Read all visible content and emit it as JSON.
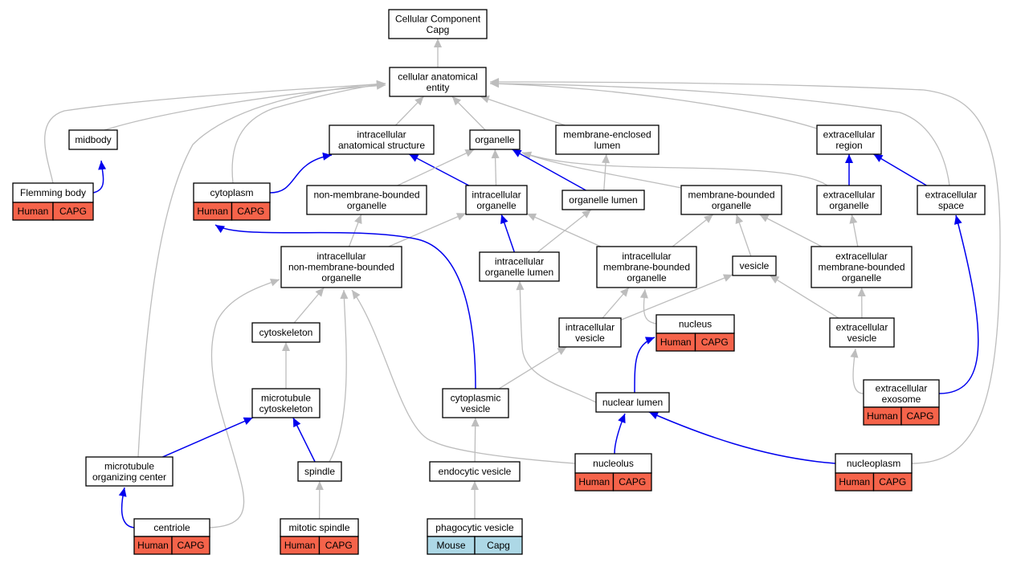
{
  "colors": {
    "human_annotation": "#f5634a",
    "mouse_annotation": "#add8e6",
    "is_a_edge": "#bdbdbd",
    "part_of_edge": "#0000ee"
  },
  "nodes": {
    "root": {
      "lines": [
        "Cellular Component",
        "Capg"
      ]
    },
    "cae": {
      "lines": [
        "cellular anatomical",
        "entity"
      ]
    },
    "midbody": {
      "lines": [
        "midbody"
      ]
    },
    "ias": {
      "lines": [
        "intracellular",
        "anatomical structure"
      ]
    },
    "organelle": {
      "lines": [
        "organelle"
      ]
    },
    "mel": {
      "lines": [
        "membrane-enclosed",
        "lumen"
      ]
    },
    "extreg": {
      "lines": [
        "extracellular",
        "region"
      ]
    },
    "flemming": {
      "lines": [
        "Flemming body"
      ],
      "annotation": [
        "Human",
        "CAPG"
      ]
    },
    "cytoplasm": {
      "lines": [
        "cytoplasm"
      ],
      "annotation": [
        "Human",
        "CAPG"
      ]
    },
    "nmbo": {
      "lines": [
        "non-membrane-bounded",
        "organelle"
      ]
    },
    "intorg": {
      "lines": [
        "intracellular",
        "organelle"
      ]
    },
    "orglumen": {
      "lines": [
        "organelle lumen"
      ]
    },
    "mbo": {
      "lines": [
        "membrane-bounded",
        "organelle"
      ]
    },
    "extorg": {
      "lines": [
        "extracellular",
        "organelle"
      ]
    },
    "extspace": {
      "lines": [
        "extracellular",
        "space"
      ]
    },
    "inmbo": {
      "lines": [
        "intracellular",
        "non-membrane-bounded",
        "organelle"
      ]
    },
    "iol": {
      "lines": [
        "intracellular",
        "organelle lumen"
      ]
    },
    "imbo": {
      "lines": [
        "intracellular",
        "membrane-bounded",
        "organelle"
      ]
    },
    "vesicle": {
      "lines": [
        "vesicle"
      ]
    },
    "emb": {
      "lines": [
        "extracellular",
        "membrane-bounded",
        "organelle"
      ]
    },
    "cytoskeleton": {
      "lines": [
        "cytoskeleton"
      ]
    },
    "iv": {
      "lines": [
        "intracellular",
        "vesicle"
      ]
    },
    "nucleus": {
      "lines": [
        "nucleus"
      ],
      "annotation": [
        "Human",
        "CAPG"
      ]
    },
    "ev": {
      "lines": [
        "extracellular",
        "vesicle"
      ]
    },
    "exosome": {
      "lines": [
        "extracellular",
        "exosome"
      ],
      "annotation": [
        "Human",
        "CAPG"
      ]
    },
    "mtcyto": {
      "lines": [
        "microtubule",
        "cytoskeleton"
      ]
    },
    "cytves": {
      "lines": [
        "cytoplasmic",
        "vesicle"
      ]
    },
    "nuclumen": {
      "lines": [
        "nuclear lumen"
      ]
    },
    "mtoc": {
      "lines": [
        "microtubule",
        "organizing center"
      ]
    },
    "spindle": {
      "lines": [
        "spindle"
      ]
    },
    "endo": {
      "lines": [
        "endocytic vesicle"
      ]
    },
    "nucleolus": {
      "lines": [
        "nucleolus"
      ],
      "annotation": [
        "Human",
        "CAPG"
      ]
    },
    "nucleoplasm": {
      "lines": [
        "nucleoplasm"
      ],
      "annotation": [
        "Human",
        "CAPG"
      ]
    },
    "centriole": {
      "lines": [
        "centriole"
      ],
      "annotation": [
        "Human",
        "CAPG"
      ]
    },
    "mitspindle": {
      "lines": [
        "mitotic spindle"
      ],
      "annotation": [
        "Human",
        "CAPG"
      ]
    },
    "phago": {
      "lines": [
        "phagocytic vesicle"
      ],
      "annotation": [
        "Mouse",
        "Capg"
      ],
      "annotation_kind": "mouse"
    }
  },
  "edges": [
    {
      "from": "cae",
      "to": "root",
      "type": "is_a"
    },
    {
      "from": "midbody",
      "to": "cae",
      "type": "is_a"
    },
    {
      "from": "ias",
      "to": "cae",
      "type": "is_a"
    },
    {
      "from": "organelle",
      "to": "cae",
      "type": "is_a"
    },
    {
      "from": "mel",
      "to": "cae",
      "type": "is_a"
    },
    {
      "from": "extreg",
      "to": "cae",
      "type": "is_a"
    },
    {
      "from": "flemming",
      "to": "cae",
      "type": "is_a"
    },
    {
      "from": "cytoplasm",
      "to": "cae",
      "type": "is_a"
    },
    {
      "from": "mtoc",
      "to": "cae",
      "type": "is_a"
    },
    {
      "from": "extspace",
      "to": "cae",
      "type": "is_a"
    },
    {
      "from": "nucleoplasm",
      "to": "cae",
      "type": "is_a"
    },
    {
      "from": "flemming",
      "to": "midbody",
      "type": "part_of"
    },
    {
      "from": "cytoplasm",
      "to": "ias",
      "type": "part_of"
    },
    {
      "from": "intorg",
      "to": "ias",
      "type": "part_of"
    },
    {
      "from": "nmbo",
      "to": "organelle",
      "type": "is_a"
    },
    {
      "from": "intorg",
      "to": "organelle",
      "type": "is_a"
    },
    {
      "from": "mbo",
      "to": "organelle",
      "type": "is_a"
    },
    {
      "from": "extorg",
      "to": "organelle",
      "type": "is_a"
    },
    {
      "from": "orglumen",
      "to": "organelle",
      "type": "part_of"
    },
    {
      "from": "orglumen",
      "to": "mel",
      "type": "is_a"
    },
    {
      "from": "extorg",
      "to": "extreg",
      "type": "part_of"
    },
    {
      "from": "extspace",
      "to": "extreg",
      "type": "part_of"
    },
    {
      "from": "inmbo",
      "to": "nmbo",
      "type": "is_a"
    },
    {
      "from": "inmbo",
      "to": "intorg",
      "type": "is_a"
    },
    {
      "from": "imbo",
      "to": "intorg",
      "type": "is_a"
    },
    {
      "from": "iol",
      "to": "intorg",
      "type": "part_of"
    },
    {
      "from": "iol",
      "to": "orglumen",
      "type": "is_a"
    },
    {
      "from": "imbo",
      "to": "mbo",
      "type": "is_a"
    },
    {
      "from": "vesicle",
      "to": "mbo",
      "type": "is_a"
    },
    {
      "from": "emb",
      "to": "mbo",
      "type": "is_a"
    },
    {
      "from": "emb",
      "to": "extorg",
      "type": "is_a"
    },
    {
      "from": "exosome",
      "to": "extspace",
      "type": "part_of"
    },
    {
      "from": "cytves",
      "to": "cytoplasm",
      "type": "part_of"
    },
    {
      "from": "cytoskeleton",
      "to": "inmbo",
      "type": "is_a"
    },
    {
      "from": "spindle",
      "to": "inmbo",
      "type": "is_a"
    },
    {
      "from": "nucleolus",
      "to": "inmbo",
      "type": "is_a"
    },
    {
      "from": "centriole",
      "to": "inmbo",
      "type": "is_a"
    },
    {
      "from": "nuclumen",
      "to": "iol",
      "type": "is_a"
    },
    {
      "from": "nucleus",
      "to": "imbo",
      "type": "is_a"
    },
    {
      "from": "iv",
      "to": "imbo",
      "type": "is_a"
    },
    {
      "from": "iv",
      "to": "vesicle",
      "type": "is_a"
    },
    {
      "from": "ev",
      "to": "vesicle",
      "type": "is_a"
    },
    {
      "from": "ev",
      "to": "emb",
      "type": "is_a"
    },
    {
      "from": "mtcyto",
      "to": "cytoskeleton",
      "type": "is_a"
    },
    {
      "from": "cytves",
      "to": "iv",
      "type": "is_a"
    },
    {
      "from": "nuclumen",
      "to": "nucleus",
      "type": "part_of"
    },
    {
      "from": "exosome",
      "to": "ev",
      "type": "is_a"
    },
    {
      "from": "mtoc",
      "to": "mtcyto",
      "type": "part_of"
    },
    {
      "from": "spindle",
      "to": "mtcyto",
      "type": "part_of"
    },
    {
      "from": "endo",
      "to": "cytves",
      "type": "is_a"
    },
    {
      "from": "nucleolus",
      "to": "nuclumen",
      "type": "part_of"
    },
    {
      "from": "nucleoplasm",
      "to": "nuclumen",
      "type": "part_of"
    },
    {
      "from": "centriole",
      "to": "mtoc",
      "type": "part_of"
    },
    {
      "from": "mitspindle",
      "to": "spindle",
      "type": "is_a"
    },
    {
      "from": "phago",
      "to": "endo",
      "type": "is_a"
    }
  ]
}
